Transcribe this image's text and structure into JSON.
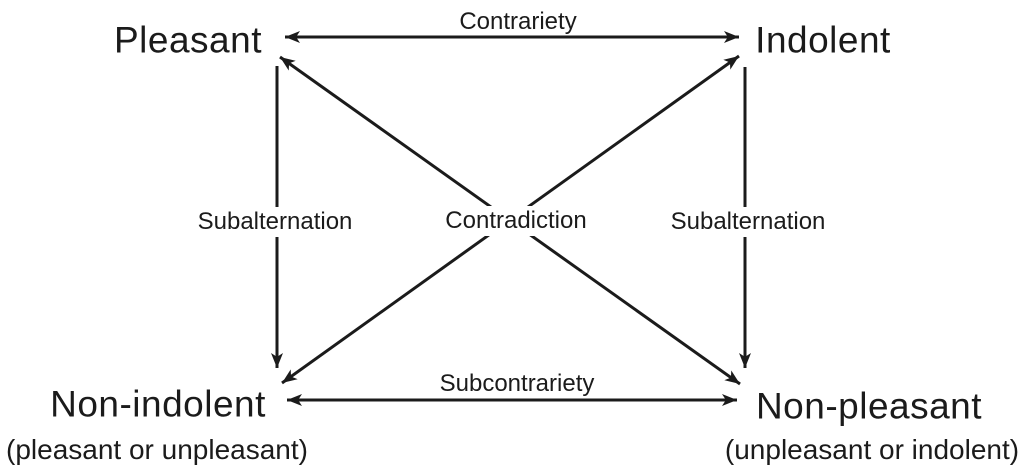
{
  "diagram": {
    "type": "square-of-opposition",
    "colors": {
      "ink": "#1b1b1b",
      "background": "#ffffff"
    },
    "nodes": {
      "top_left": {
        "label": "Pleasant"
      },
      "top_right": {
        "label": "Indolent"
      },
      "bottom_left": {
        "label": "Non-indolent",
        "sublabel": "(pleasant or unpleasant)"
      },
      "bottom_right": {
        "label": "Non-pleasant",
        "sublabel": "(unpleasant or indolent)"
      }
    },
    "relations": {
      "top": {
        "label": "Contrariety",
        "arrow": "double-headed"
      },
      "bottom": {
        "label": "Subcontrariety",
        "arrow": "double-headed"
      },
      "left": {
        "label": "Subalternation",
        "arrow": "downward"
      },
      "right": {
        "label": "Subalternation",
        "arrow": "downward"
      },
      "diagonal": {
        "label": "Contradiction",
        "arrow": "double-headed-both-diagonals"
      }
    }
  }
}
